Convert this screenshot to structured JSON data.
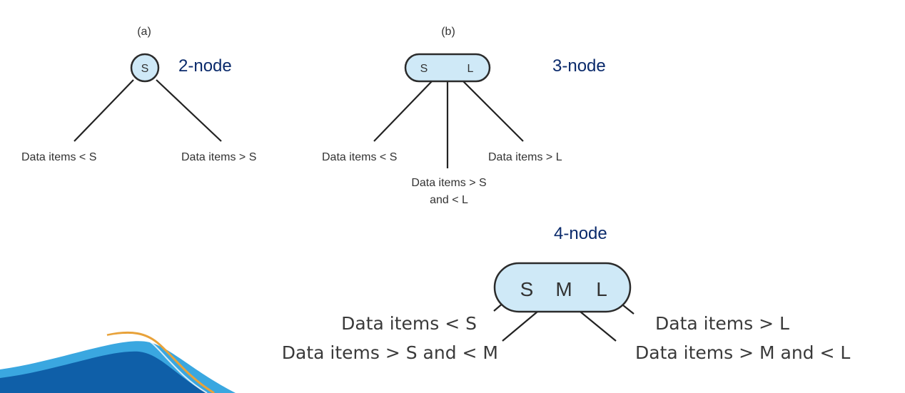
{
  "panels": {
    "a": {
      "caption": "(a)",
      "kind_label": "2-node",
      "keys": [
        "S"
      ],
      "children": [
        "Data items < S",
        "Data items > S"
      ]
    },
    "b": {
      "caption": "(b)",
      "kind_label": "3-node",
      "keys": [
        "S",
        "L"
      ],
      "children": [
        "Data items < S",
        "Data items > S",
        "and < L",
        "Data items > L"
      ]
    },
    "c": {
      "kind_label": "4-node",
      "keys": [
        "S",
        "M",
        "L"
      ],
      "children": [
        "Data items < S",
        "Data items > S and < M",
        "Data items > M and < L",
        "Data items > L"
      ]
    }
  },
  "colors": {
    "node_fill": "#cfe9f7",
    "kind_label": "#0a2a6b",
    "wave_dark": "#0f5fa8",
    "wave_light": "#3aa7e0",
    "wave_accent": "#e8a23a"
  }
}
